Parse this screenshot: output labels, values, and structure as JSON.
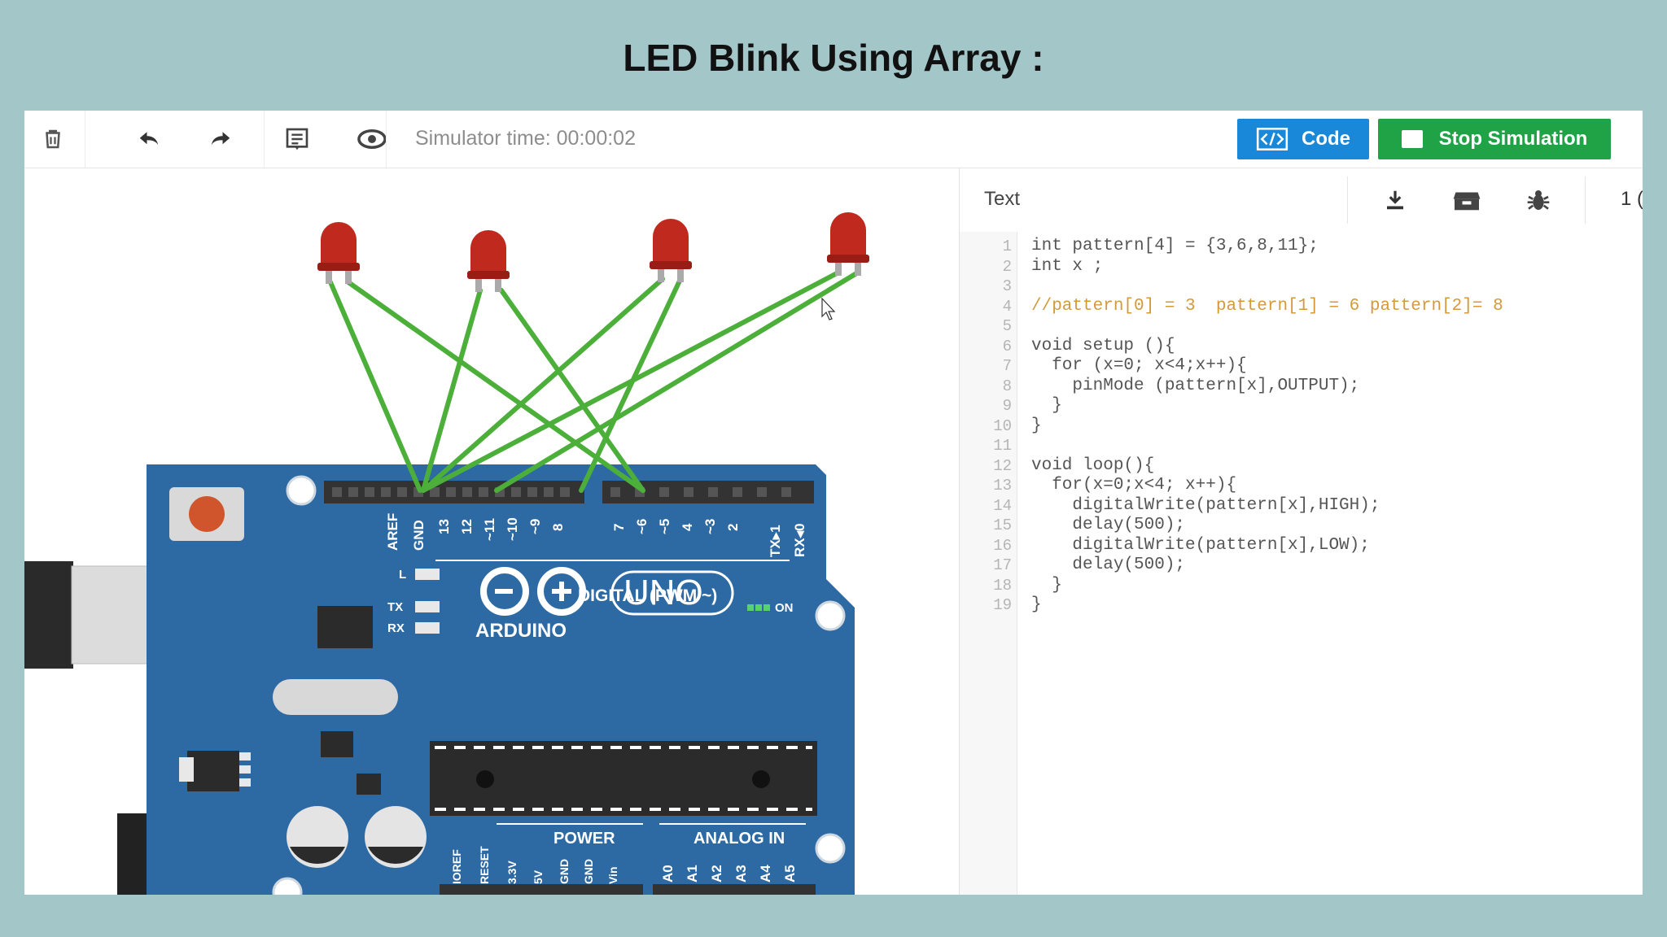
{
  "slide": {
    "title": "LED Blink Using Array :"
  },
  "toolbar": {
    "simulator_time": "Simulator time: 00:00:02",
    "code_label": "Code",
    "stop_label": "Stop Simulation",
    "icons": [
      "trash-icon",
      "undo-icon",
      "redo-icon",
      "notes-icon",
      "eye-icon"
    ]
  },
  "editor": {
    "mode_label": "Text",
    "page_indicator": "1 (",
    "code_lines": [
      "int pattern[4] = {3,6,8,11};",
      "int x ;",
      "",
      "//pattern[0] = 3  pattern[1] = 6 pattern[2]= 8",
      "",
      "void setup (){",
      "  for (x=0; x<4;x++){",
      "    pinMode (pattern[x],OUTPUT);",
      "  }",
      "}",
      "",
      "void loop(){",
      "  for(x=0;x<4; x++){",
      "    digitalWrite(pattern[x],HIGH);",
      "    delay(500);",
      "    digitalWrite(pattern[x],LOW);",
      "    delay(500);",
      "  }",
      "}"
    ]
  },
  "board": {
    "brand": "ARDUINO",
    "model": "UNO",
    "digital_label": "DIGITAL (PWM ~)",
    "power_label": "POWER",
    "analog_label": "ANALOG IN",
    "on_label": "ON",
    "l_label": "L",
    "tx_label": "TX",
    "rx_label": "RX",
    "digital_pins": [
      "AREF",
      "GND",
      "13",
      "12",
      "~11",
      "~10",
      "~9",
      "8",
      "7",
      "~6",
      "~5",
      "4",
      "~3",
      "2",
      "TX▸1",
      "RX◂0"
    ],
    "power_pins": [
      "IOREF",
      "RESET",
      "3.3V",
      "5V",
      "GND",
      "GND",
      "Vin"
    ],
    "analog_pins": [
      "A0",
      "A1",
      "A2",
      "A3",
      "A4",
      "A5"
    ]
  },
  "colors": {
    "board": "#2d6aa3",
    "wire": "#4caf3a",
    "led": "#c0291e",
    "code_button": "#1a88d8",
    "stop_button": "#1fa346"
  }
}
